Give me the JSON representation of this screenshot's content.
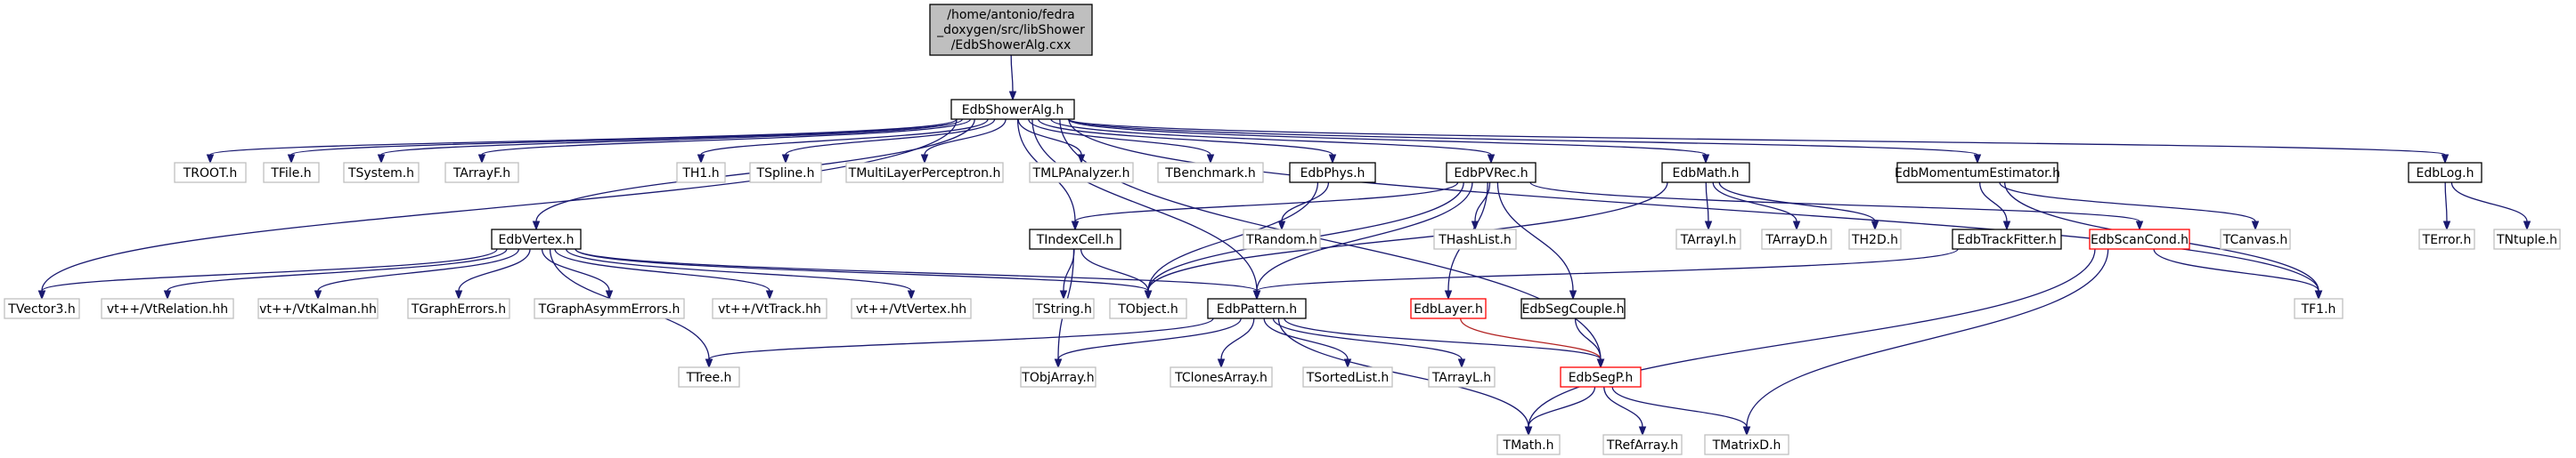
{
  "root_label_lines": [
    "/home/antonio/fedra",
    "_doxygen/src/libShower",
    "/EdbShowerAlg.cxx"
  ],
  "nodes": [
    {
      "id": "main",
      "label": "EdbShowerAlg.h",
      "style": "black"
    },
    {
      "id": "troot",
      "label": "TROOT.h",
      "style": "gray"
    },
    {
      "id": "tfile",
      "label": "TFile.h",
      "style": "gray"
    },
    {
      "id": "tsystem",
      "label": "TSystem.h",
      "style": "gray"
    },
    {
      "id": "tarrayf",
      "label": "TArrayF.h",
      "style": "gray"
    },
    {
      "id": "th1",
      "label": "TH1.h",
      "style": "gray"
    },
    {
      "id": "tspline",
      "label": "TSpline.h",
      "style": "gray"
    },
    {
      "id": "tmlp",
      "label": "TMultiLayerPerceptron.h",
      "style": "gray"
    },
    {
      "id": "tmlpan",
      "label": "TMLPAnalyzer.h",
      "style": "gray"
    },
    {
      "id": "tbench",
      "label": "TBenchmark.h",
      "style": "gray"
    },
    {
      "id": "edbphys",
      "label": "EdbPhys.h",
      "style": "black"
    },
    {
      "id": "edbpvrec",
      "label": "EdbPVRec.h",
      "style": "black"
    },
    {
      "id": "edbmath",
      "label": "EdbMath.h",
      "style": "black"
    },
    {
      "id": "edbmom",
      "label": "EdbMomentumEstimator.h",
      "style": "black"
    },
    {
      "id": "edblog",
      "label": "EdbLog.h",
      "style": "black"
    },
    {
      "id": "edbvertex",
      "label": "EdbVertex.h",
      "style": "black"
    },
    {
      "id": "tindexcell",
      "label": "TIndexCell.h",
      "style": "black"
    },
    {
      "id": "trandom",
      "label": "TRandom.h",
      "style": "gray"
    },
    {
      "id": "thashlist",
      "label": "THashList.h",
      "style": "gray"
    },
    {
      "id": "tarrayi",
      "label": "TArrayI.h",
      "style": "gray"
    },
    {
      "id": "tarrayd",
      "label": "TArrayD.h",
      "style": "gray"
    },
    {
      "id": "th2d",
      "label": "TH2D.h",
      "style": "gray"
    },
    {
      "id": "edbtrackfitter",
      "label": "EdbTrackFitter.h",
      "style": "black"
    },
    {
      "id": "edbscancond",
      "label": "EdbScanCond.h",
      "style": "red"
    },
    {
      "id": "tcanvas",
      "label": "TCanvas.h",
      "style": "gray"
    },
    {
      "id": "terror",
      "label": "TError.h",
      "style": "gray"
    },
    {
      "id": "tntuple",
      "label": "TNtuple.h",
      "style": "gray"
    },
    {
      "id": "tvector3",
      "label": "TVector3.h",
      "style": "gray"
    },
    {
      "id": "vtrelation",
      "label": "vt++/VtRelation.hh",
      "style": "gray"
    },
    {
      "id": "vtkalman",
      "label": "vt++/VtKalman.hh",
      "style": "gray"
    },
    {
      "id": "tgrapherrors",
      "label": "TGraphErrors.h",
      "style": "gray"
    },
    {
      "id": "tgraphasymm",
      "label": "TGraphAsymmErrors.h",
      "style": "gray"
    },
    {
      "id": "vttrack",
      "label": "vt++/VtTrack.hh",
      "style": "gray"
    },
    {
      "id": "vtvertex",
      "label": "vt++/VtVertex.hh",
      "style": "gray"
    },
    {
      "id": "tstring",
      "label": "TString.h",
      "style": "gray"
    },
    {
      "id": "tobject",
      "label": "TObject.h",
      "style": "gray"
    },
    {
      "id": "edbpattern",
      "label": "EdbPattern.h",
      "style": "black"
    },
    {
      "id": "edblayer",
      "label": "EdbLayer.h",
      "style": "red"
    },
    {
      "id": "edbsegcouple",
      "label": "EdbSegCouple.h",
      "style": "black"
    },
    {
      "id": "tf1",
      "label": "TF1.h",
      "style": "gray"
    },
    {
      "id": "ttree",
      "label": "TTree.h",
      "style": "gray"
    },
    {
      "id": "tobjarray",
      "label": "TObjArray.h",
      "style": "gray"
    },
    {
      "id": "tclonesarray",
      "label": "TClonesArray.h",
      "style": "gray"
    },
    {
      "id": "tsortedlist",
      "label": "TSortedList.h",
      "style": "gray"
    },
    {
      "id": "tarrayl",
      "label": "TArrayL.h",
      "style": "gray"
    },
    {
      "id": "edbsegp",
      "label": "EdbSegP.h",
      "style": "red"
    },
    {
      "id": "tmath",
      "label": "TMath.h",
      "style": "gray"
    },
    {
      "id": "trefarray",
      "label": "TRefArray.h",
      "style": "gray"
    },
    {
      "id": "tmatrixd",
      "label": "TMatrixD.h",
      "style": "gray"
    }
  ],
  "edges": [
    [
      "root",
      "main"
    ],
    [
      "main",
      "troot"
    ],
    [
      "main",
      "tfile"
    ],
    [
      "main",
      "tsystem"
    ],
    [
      "main",
      "tarrayf"
    ],
    [
      "main",
      "th1"
    ],
    [
      "main",
      "tspline"
    ],
    [
      "main",
      "tmlp"
    ],
    [
      "main",
      "tmlpan"
    ],
    [
      "main",
      "tbench"
    ],
    [
      "main",
      "edbphys"
    ],
    [
      "main",
      "edbpvrec"
    ],
    [
      "main",
      "edbmath"
    ],
    [
      "main",
      "edbmom"
    ],
    [
      "main",
      "edblog"
    ],
    [
      "main",
      "edbvertex"
    ],
    [
      "main",
      "tindexcell"
    ],
    [
      "main",
      "tvector3"
    ],
    [
      "main",
      "edbpattern"
    ],
    [
      "main",
      "edbsegp"
    ],
    [
      "main",
      "tf1"
    ],
    [
      "edbphys",
      "trandom"
    ],
    [
      "edbphys",
      "tobject"
    ],
    [
      "edbpvrec",
      "tindexcell"
    ],
    [
      "edbpvrec",
      "thashlist"
    ],
    [
      "edbpvrec",
      "edbpattern"
    ],
    [
      "edbpvrec",
      "edblayer"
    ],
    [
      "edbpvrec",
      "edbsegcouple"
    ],
    [
      "edbpvrec",
      "edbscancond"
    ],
    [
      "edbpvrec",
      "tobject"
    ],
    [
      "edbmath",
      "tarrayi"
    ],
    [
      "edbmath",
      "tarrayd"
    ],
    [
      "edbmath",
      "th2d"
    ],
    [
      "edbmath",
      "tobject"
    ],
    [
      "edbmom",
      "edbtrackfitter"
    ],
    [
      "edbmom",
      "tcanvas"
    ],
    [
      "edbmom",
      "tf1"
    ],
    [
      "edblog",
      "terror"
    ],
    [
      "edblog",
      "tntuple"
    ],
    [
      "edbvertex",
      "tvector3"
    ],
    [
      "edbvertex",
      "vtrelation"
    ],
    [
      "edbvertex",
      "vtkalman"
    ],
    [
      "edbvertex",
      "tgrapherrors"
    ],
    [
      "edbvertex",
      "tgraphasymm"
    ],
    [
      "edbvertex",
      "vttrack"
    ],
    [
      "edbvertex",
      "vtvertex"
    ],
    [
      "edbvertex",
      "tobject"
    ],
    [
      "edbvertex",
      "edbpattern"
    ],
    [
      "edbvertex",
      "ttree"
    ],
    [
      "tindexcell",
      "tstring"
    ],
    [
      "tindexcell",
      "tobject"
    ],
    [
      "tindexcell",
      "tobjarray"
    ],
    [
      "edbtrackfitter",
      "edbpattern"
    ],
    [
      "edbscancond",
      "tf1"
    ],
    [
      "edbscancond",
      "tmath"
    ],
    [
      "edbscancond",
      "tmatrixd"
    ],
    [
      "edbpattern",
      "ttree"
    ],
    [
      "edbpattern",
      "tobjarray"
    ],
    [
      "edbpattern",
      "tclonesarray"
    ],
    [
      "edbpattern",
      "tsortedlist"
    ],
    [
      "edbpattern",
      "tarrayl"
    ],
    [
      "edbpattern",
      "edbsegp"
    ],
    [
      "edbpattern",
      "tmath"
    ],
    [
      "edblayer",
      "edbsegp"
    ],
    [
      "edbsegcouple",
      "edbsegp"
    ],
    [
      "edbsegp",
      "tmath"
    ],
    [
      "edbsegp",
      "trefarray"
    ],
    [
      "edbsegp",
      "tmatrixd"
    ]
  ],
  "red_edges": [
    [
      "edblayer",
      "edbsegp"
    ]
  ]
}
